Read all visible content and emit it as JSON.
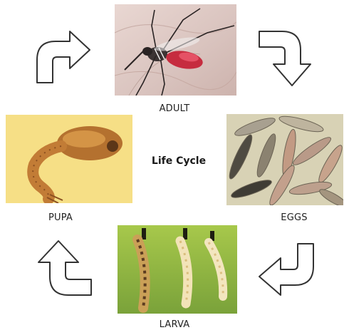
{
  "center": {
    "title": "Life Cycle"
  },
  "stages": [
    {
      "label": "ADULT"
    },
    {
      "label": "EGGS"
    },
    {
      "label": "LARVA"
    },
    {
      "label": "PUPA"
    }
  ],
  "arrows": [
    "curved-arrow-right",
    "curved-arrow-down",
    "curved-arrow-left",
    "curved-arrow-up"
  ],
  "colors": {
    "arrow_stroke": "#333333",
    "arrow_fill": "#ffffff",
    "pupa_bg": "#f6df86",
    "larva_bg": "#8db33c",
    "eggs_bg": "#d8d2b5"
  }
}
